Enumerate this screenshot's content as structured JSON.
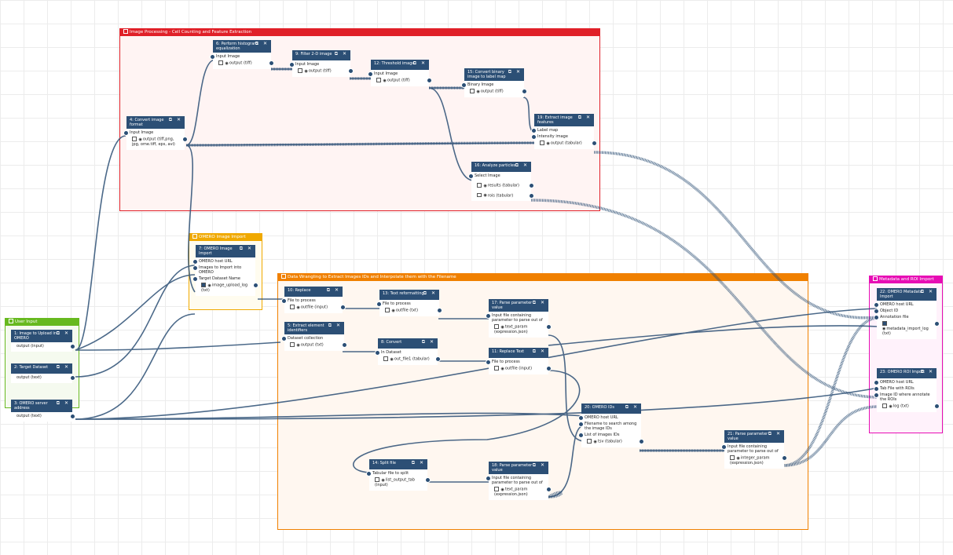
{
  "colors": {
    "node_header": "#2c4f75",
    "frame_red": "#e02028",
    "frame_red_bg": "#fff4f3",
    "frame_yellow": "#f0a900",
    "frame_yellow_bg": "#fffcef",
    "frame_green": "#67b91f",
    "frame_green_bg": "#f5faef",
    "frame_orange": "#f08000",
    "frame_orange_bg": "#fff7f0",
    "frame_magenta": "#e70cb4",
    "frame_magenta_bg": "#fff2fb"
  },
  "frames": {
    "image_processing": "Image Processing - Cell Counting and Feature Extraction",
    "omero_import": "OMERO Image Import",
    "user_input": "User Input",
    "data_wrangling": "Data Wrangling to Extract Images IDs and Interpolate them with the Filename",
    "metadata_roi": "Metadata and ROI Import"
  },
  "nodes": {
    "n1": {
      "title": "1: Image to Upload in OMERO",
      "outputs": [
        "output (input)"
      ]
    },
    "n2": {
      "title": "2: Target Dataset",
      "outputs": [
        "output (text)"
      ]
    },
    "n3": {
      "title": "3: OMERO server address",
      "outputs": [
        "output (text)"
      ]
    },
    "n4": {
      "title": "4: Convert image format",
      "inputs": [
        "Input Image"
      ],
      "outputs": [
        "output (tiff,png, jpg, ome.tiff, eps, avi)"
      ]
    },
    "n6": {
      "title": "6: Perform histogram equalization",
      "inputs": [
        "Input Image"
      ],
      "outputs": [
        "output (tiff)"
      ]
    },
    "n9": {
      "title": "9: Filter 2-D image",
      "inputs": [
        "Input Image"
      ],
      "outputs": [
        "output (tiff)"
      ]
    },
    "n12": {
      "title": "12: Threshold image",
      "inputs": [
        "Input Image"
      ],
      "outputs": [
        "output (tiff)"
      ]
    },
    "n15": {
      "title": "15: Convert binary image to label map",
      "inputs": [
        "Binary Image"
      ],
      "outputs": [
        "output (tiff)"
      ]
    },
    "n19": {
      "title": "19: Extract image features",
      "inputs": [
        "Label map",
        "Intensity image"
      ],
      "outputs": [
        "output (tabular)"
      ]
    },
    "n16": {
      "title": "16: Analyze particles",
      "inputs": [
        "Select Image"
      ],
      "outputs": [
        "results (tabular)",
        "rois (tabular)"
      ]
    },
    "n7": {
      "title": "7: OMERO Image Import",
      "inputs": [
        "OMERO host URL",
        "Images to Import into OMERO",
        "Target Dataset Name"
      ],
      "outputs": [
        "image_upload_log (txt)"
      ]
    },
    "n10": {
      "title": "10: Replace",
      "inputs": [
        "File to process"
      ],
      "outputs": [
        "outfile (input)"
      ]
    },
    "n13": {
      "title": "13: Text reformatting",
      "inputs": [
        "File to process"
      ],
      "outputs": [
        "outfile (txt)"
      ]
    },
    "n17": {
      "title": "17: Parse parameter value",
      "inputs": [
        "Input file containing parameter to parse out of"
      ],
      "outputs": [
        "text_param (expression.json)"
      ]
    },
    "n5": {
      "title": "5: Extract element identifiers",
      "inputs": [
        "Dataset collection"
      ],
      "outputs": [
        "output (txt)"
      ]
    },
    "n8": {
      "title": "8: Convert",
      "inputs": [
        "In Dataset"
      ],
      "outputs": [
        "out_file1 (tabular)"
      ]
    },
    "n11": {
      "title": "11: Replace Text",
      "inputs": [
        "File to process"
      ],
      "outputs": [
        "outfile (input)"
      ]
    },
    "n20": {
      "title": "20: OMERO IDs",
      "inputs": [
        "OMERO host URL",
        "Filename to search among the image IDs",
        "List of images IDs"
      ],
      "outputs": [
        "tsv (tabular)"
      ]
    },
    "n21": {
      "title": "21: Parse parameter value",
      "inputs": [
        "Input file containing parameter to parse out of"
      ],
      "outputs": [
        "integer_param (expression.json)"
      ]
    },
    "n14": {
      "title": "14: Split file",
      "inputs": [
        "Tabular file to split"
      ],
      "outputs": [
        "list_output_tab (input)"
      ]
    },
    "n18": {
      "title": "18: Parse parameter value",
      "inputs": [
        "Input file containing parameter to parse out of"
      ],
      "outputs": [
        "text_param (expression.json)"
      ]
    },
    "n22": {
      "title": "22: OMERO Metadata Import",
      "inputs": [
        "OMERO host URL",
        "Object ID",
        "Annotation file"
      ],
      "outputs": [
        "metadata_import_log (txt)"
      ]
    },
    "n23": {
      "title": "23: OMERO ROI Import",
      "inputs": [
        "OMERO host URL",
        "Tab File with ROIs",
        "Image ID where annotate the ROIs"
      ],
      "outputs": [
        "log (txt)"
      ]
    }
  }
}
